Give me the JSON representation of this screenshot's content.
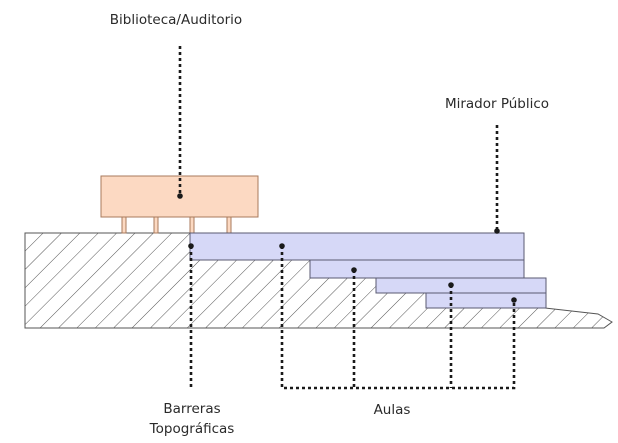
{
  "labels": {
    "library": "Biblioteca/Auditorio",
    "lookout": "Mirador Público",
    "barriers_line1": "Barreras",
    "barriers_line2": "Topográficas",
    "classrooms": "Aulas"
  },
  "colors": {
    "library_fill": "#fcd9c2",
    "library_stroke": "#a87a5c",
    "terrace_fill": "#d6d8f7",
    "terrace_stroke": "#5a5a72",
    "hatch": "#555555",
    "leader": "#1a1a1a"
  }
}
